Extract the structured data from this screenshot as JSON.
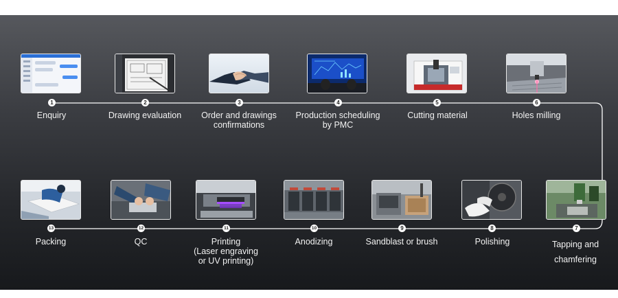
{
  "steps": [
    {
      "num": "1",
      "label": "Enquiry",
      "icon": "chat-window-icon"
    },
    {
      "num": "2",
      "label": "Drawing evaluation",
      "icon": "cad-drawing-icon"
    },
    {
      "num": "3",
      "label": "Order and drawings\nconfirmations",
      "icon": "handshake-icon"
    },
    {
      "num": "4",
      "label": "Production scheduling\nby PMC",
      "icon": "control-room-icon"
    },
    {
      "num": "5",
      "label": "Cutting material",
      "icon": "cutting-machine-icon"
    },
    {
      "num": "6",
      "label": "Holes milling",
      "icon": "milling-machine-icon"
    },
    {
      "num": "7",
      "label": "Tapping and\nchamfering",
      "icon": "tapping-machine-icon"
    },
    {
      "num": "8",
      "label": "Polishing",
      "icon": "polishing-icon"
    },
    {
      "num": "9",
      "label": "Sandblast or brush",
      "icon": "sandblast-icon"
    },
    {
      "num": "10",
      "label": "Anodizing",
      "icon": "anodizing-tank-icon"
    },
    {
      "num": "11",
      "label": "Printing\n(Laser engraving\nor UV printing)",
      "icon": "uv-printer-icon"
    },
    {
      "num": "12",
      "label": "QC",
      "icon": "inspection-icon"
    },
    {
      "num": "13",
      "label": "Packing",
      "icon": "packing-icon"
    }
  ],
  "colors": {
    "line": "#ffffff",
    "label": "#f2f2f2",
    "badge": "#ffffff",
    "accent_blue": "#2a6fd6",
    "accent_purple": "#8b3fd9"
  }
}
